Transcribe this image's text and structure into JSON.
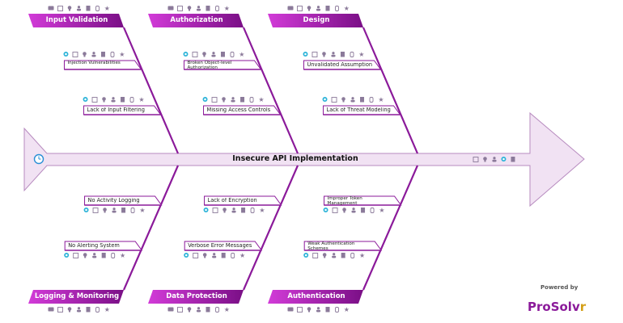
{
  "diagram": {
    "effect": "Insecure API Implementation",
    "categories": [
      {
        "name": "Input Validation",
        "causes": [
          "Injection Vulnerabilities",
          "Lack of Input Filtering"
        ]
      },
      {
        "name": "Authorization",
        "causes": [
          "Broken Object-level Authorization",
          "Missing Access Controls"
        ]
      },
      {
        "name": "Design",
        "causes": [
          "Unvalidated Assumptions",
          "Lack of Threat Modeling"
        ]
      },
      {
        "name": "Logging & Monitoring",
        "causes": [
          "No Activity Logging",
          "No Alerting System"
        ]
      },
      {
        "name": "Data Protection",
        "causes": [
          "Lack of Encryption",
          "Verbose Error Messages"
        ]
      },
      {
        "name": "Authentication",
        "causes": [
          "Improper Token Management",
          "Weak Authentication Schemes"
        ]
      }
    ]
  },
  "branding": {
    "powered_by": "Powered by",
    "name_part1": "ProSolv",
    "name_part2": "r"
  },
  "toolbar_icons": [
    "folder-icon",
    "external-link-icon",
    "bulb-icon",
    "user-icon",
    "document-icon",
    "hand-icon",
    "star-icon"
  ],
  "colors": {
    "accent": "#8b1a9a",
    "header": "#c026c9",
    "spine_fill": "#f1e2f3"
  }
}
